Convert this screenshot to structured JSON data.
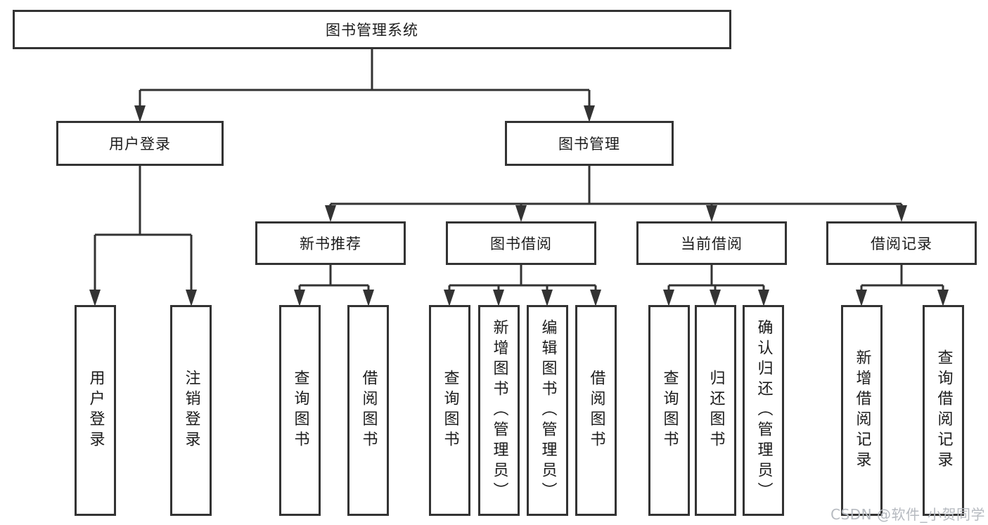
{
  "tree": {
    "label": "图书管理系统",
    "children": [
      {
        "label": "用户登录",
        "children": [
          {
            "label": "用户登录"
          },
          {
            "label": "注销登录"
          }
        ]
      },
      {
        "label": "图书管理",
        "children": [
          {
            "label": "新书推荐",
            "children": [
              {
                "label": "查询图书"
              },
              {
                "label": "借阅图书"
              }
            ]
          },
          {
            "label": "图书借阅",
            "children": [
              {
                "label": "查询图书"
              },
              {
                "label": "新增图书（管理员）"
              },
              {
                "label": "编辑图书（管理员）"
              },
              {
                "label": "借阅图书"
              }
            ]
          },
          {
            "label": "当前借阅",
            "children": [
              {
                "label": "查询图书"
              },
              {
                "label": "归还图书"
              },
              {
                "label": "确认归还（管理员）"
              }
            ]
          },
          {
            "label": "借阅记录",
            "children": [
              {
                "label": "新增借阅记录"
              },
              {
                "label": "查询借阅记录"
              }
            ]
          }
        ]
      }
    ]
  },
  "watermark": {
    "text": "CSDN @软件_小贺同学"
  },
  "colors": {
    "line": "#333333",
    "box_border": "#333333",
    "text": "#1c1c1c",
    "watermark": "#b6bac0",
    "background": "#ffffff"
  }
}
